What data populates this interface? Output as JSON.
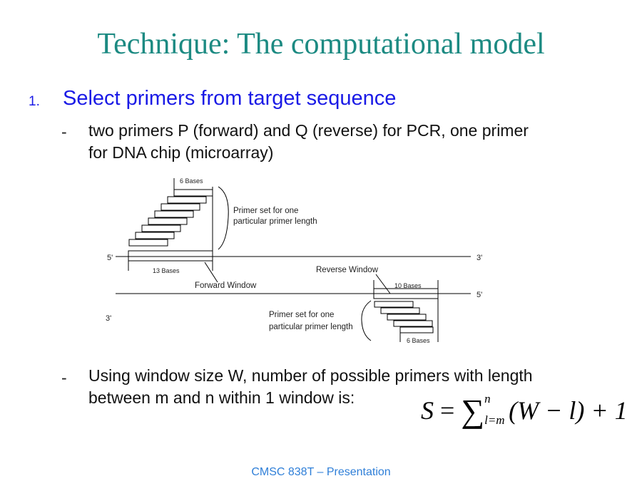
{
  "slide": {
    "title": "Technique: The computational model",
    "list_number": "1.",
    "list_heading": "Select primers from target sequence",
    "bullet_marker": "-",
    "bullet1_line1": "two primers P (forward) and Q (reverse) for PCR, one primer",
    "bullet1_line2": "for DNA chip (microarray)",
    "bullet2_line1": "Using window size W, number of possible primers with length",
    "bullet2_line2": "between m and n within 1 window is:",
    "footer": "CMSC 838T – Presentation"
  },
  "diagram": {
    "top_strand_5": "5'",
    "top_strand_3": "3'",
    "bottom_strand_3": "3'",
    "bottom_strand_5": "5'",
    "six_bases_top": "6 Bases",
    "thirteen_bases": "13 Bases",
    "ten_bases": "10 Bases",
    "six_bases_bottom": "6 Bases",
    "primer_set_top_1": "Primer set for one",
    "primer_set_top_2": "particular primer length",
    "primer_set_bottom_1": "Primer set for one",
    "primer_set_bottom_2": "particular primer length",
    "forward_window": "Forward Window",
    "reverse_window": "Reverse Window"
  },
  "formula": {
    "lhs": "S",
    "equals": "=",
    "sigma": "∑",
    "upper": "n",
    "lower": "l=m",
    "body": "(W − l) + 1"
  }
}
